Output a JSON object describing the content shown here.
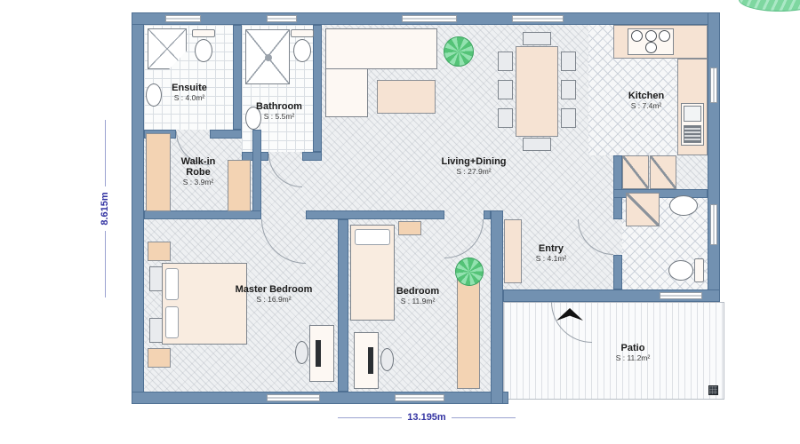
{
  "plan": {
    "rooms": [
      {
        "id": "ensuite",
        "name": "Ensuite",
        "area": "S : 4.0m²"
      },
      {
        "id": "bathroom",
        "name": "Bathroom",
        "area": "S : 5.5m²"
      },
      {
        "id": "walk-in-robe",
        "name": "Walk-in Robe",
        "area": "S : 3.9m²"
      },
      {
        "id": "living-dining",
        "name": "Living+Dining",
        "area": "S : 27.9m²"
      },
      {
        "id": "kitchen",
        "name": "Kitchen",
        "area": "S : 7.4m²"
      },
      {
        "id": "entry",
        "name": "Entry",
        "area": "S : 4.1m²"
      },
      {
        "id": "master-bedroom",
        "name": "Master Bedroom",
        "area": "S : 16.9m²"
      },
      {
        "id": "bedroom",
        "name": "Bedroom",
        "area": "S : 11.9m²"
      },
      {
        "id": "patio",
        "name": "Patio",
        "area": "S : 11.2m²"
      }
    ],
    "dimensions": {
      "height": "8.615m",
      "width": "13.195m"
    },
    "colors": {
      "wall": "#7291b1",
      "counter": "#f6e3d3",
      "wardrobe": "#f3d3b3",
      "plant": "#54c377",
      "dimension_text": "#3333a2"
    },
    "icons": {
      "logo": "brand-logo-icon",
      "plant": "plant-icon",
      "entrance_arrow": "entrance-arrow-icon",
      "drain": "drain-icon",
      "stove": "stove-icon",
      "sink": "sink-icon",
      "toilet": "toilet-icon",
      "basin": "basin-icon",
      "shower": "shower-icon"
    }
  }
}
